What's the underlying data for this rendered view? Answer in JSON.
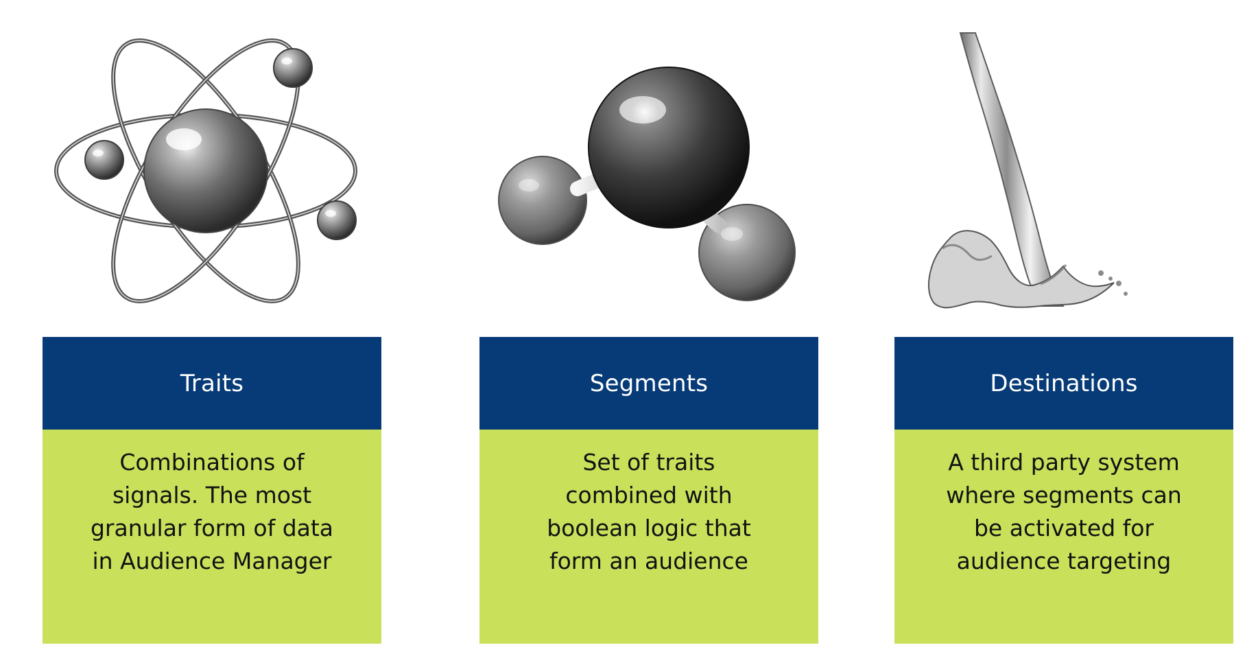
{
  "colors": {
    "header_bg": "#073b78",
    "body_bg": "#c9e05b",
    "header_text": "#ffffff",
    "body_text": "#111111"
  },
  "panels": [
    {
      "icon": "atom-icon",
      "title": "Traits",
      "description": "Combinations of signals. The most granular form of data in Audience Manager"
    },
    {
      "icon": "molecule-icon",
      "title": "Segments",
      "description": "Set of traits combined with boolean logic that form an audience"
    },
    {
      "icon": "water-pour-icon",
      "title": "Destinations",
      "description": "A third party system where segments can be activated for audience targeting"
    }
  ]
}
